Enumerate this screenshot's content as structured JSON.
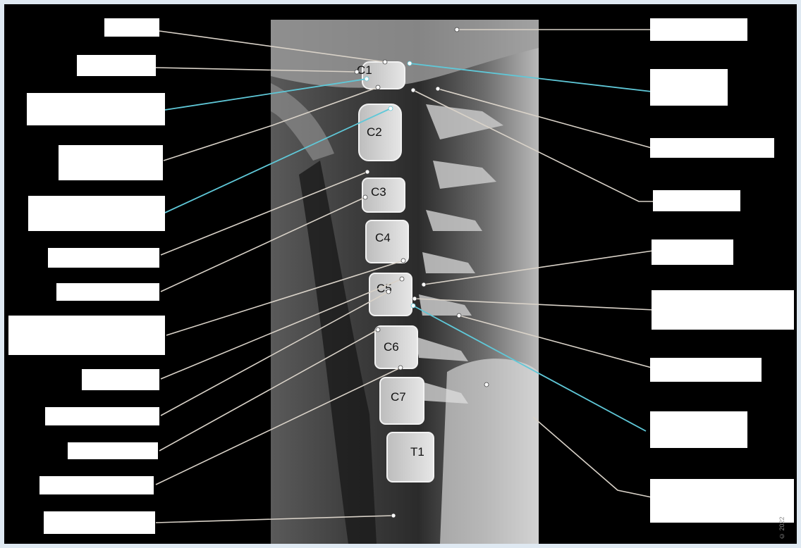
{
  "vertebra_labels": [
    "C1",
    "C2",
    "C3",
    "C4",
    "C5",
    "C6",
    "C7",
    "T1"
  ],
  "copyright": "© 2022",
  "colors": {
    "leader_line": "#d9d2c8",
    "highlight_line": "#5fc8d8",
    "answer_box": "#ffffff",
    "background": "#000000"
  },
  "answer_boxes": {
    "left_count": 13,
    "right_count": 9
  }
}
